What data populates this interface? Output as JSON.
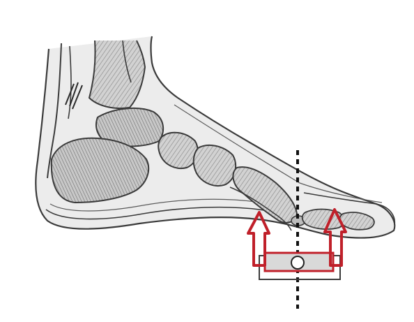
{
  "diagram": {
    "subject": "foot-sagittal-section",
    "colors": {
      "background": "#ffffff",
      "outline": "#3a3a3a",
      "bone_fill": "#cfcfcf",
      "bone_hatch": "#7a7a7a",
      "soft_tissue": "#e6e6e6",
      "arrow": "#c0202a",
      "insert_fill": "#d9d9d9",
      "guide_line": "#111111"
    },
    "arrows": [
      {
        "name": "left-arrow",
        "direction": "up"
      },
      {
        "name": "right-arrow",
        "direction": "up"
      }
    ],
    "guide_line_style": "dotted-vertical"
  }
}
